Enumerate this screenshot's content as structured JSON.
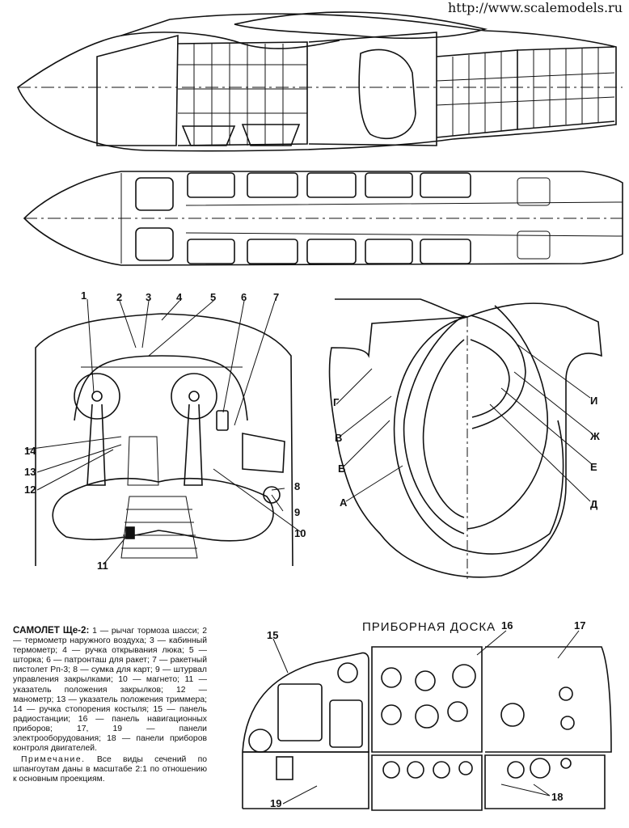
{
  "watermark": "http://www.scalemodels.ru",
  "cockpit_callouts": [
    "1",
    "2",
    "3",
    "4",
    "5",
    "6",
    "7",
    "8",
    "9",
    "10",
    "11",
    "12",
    "13",
    "14"
  ],
  "section_labels_left": [
    "Г",
    "В",
    "Б",
    "А"
  ],
  "section_labels_right": [
    "И",
    "Ж",
    "Е",
    "Д"
  ],
  "panel_title": "ПРИБОРНАЯ ДОСКА",
  "panel_callouts": [
    "15",
    "16",
    "17",
    "18",
    "19"
  ],
  "legend": {
    "title": "САМОЛЕТ Ще-2:",
    "body": " 1 — рычаг тормоза шасси; 2 — термометр наружного воздуха; 3 — кабинный термометр; 4 — ручка открывания люка; 5 — шторка; 6 — патронташ для ракет; 7 — ракетный пистолет Рп-3; 8 — сумка для карт; 9 — штурвал управления закрылками; 10 — магнето; 11 — указатель положения закрылков; 12 — манометр; 13 — указатель положения триммера; 14 — ручка стопорения костыля; 15 — панель радиостанции; 16 — панель навигационных приборов; 17, 19 — панели электрооборудования; 18 — панели приборов контроля двигателей.",
    "note_label": "Примечание.",
    "note": " Все виды сечений по шпангоутам даны в масштабе 2:1 по отношению к основным проекциям."
  }
}
